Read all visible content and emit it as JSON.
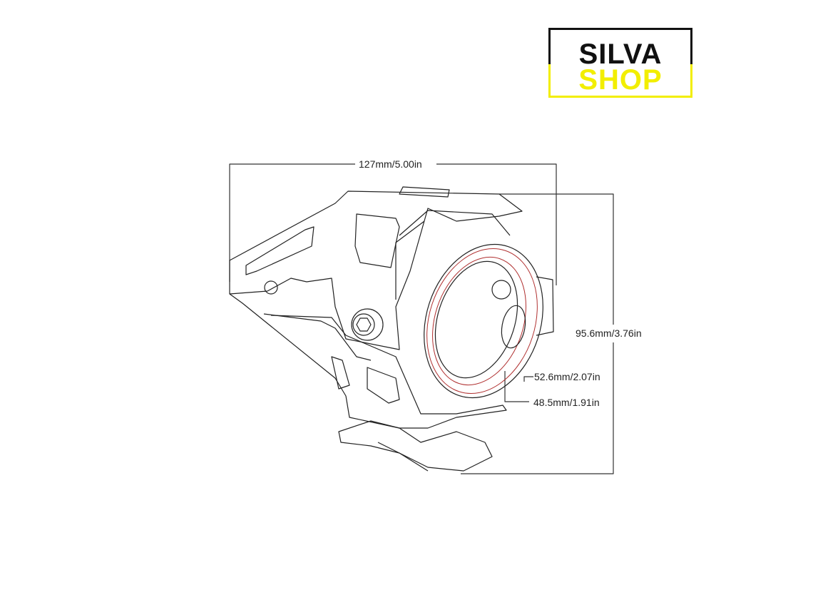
{
  "logo": {
    "line1": "SILVA",
    "line2": "SHOP",
    "colors": {
      "text_dark": "#111111",
      "accent_yellow": "#f2ee00"
    }
  },
  "dimensions": {
    "width": "127mm/5.00in",
    "height": "95.6mm/3.76in",
    "outer_ring_diameter": "52.6mm/2.07in",
    "inner_ring_diameter": "48.5mm/1.91in"
  },
  "colors": {
    "line": "#222222",
    "ring_highlight": "#b03030"
  }
}
